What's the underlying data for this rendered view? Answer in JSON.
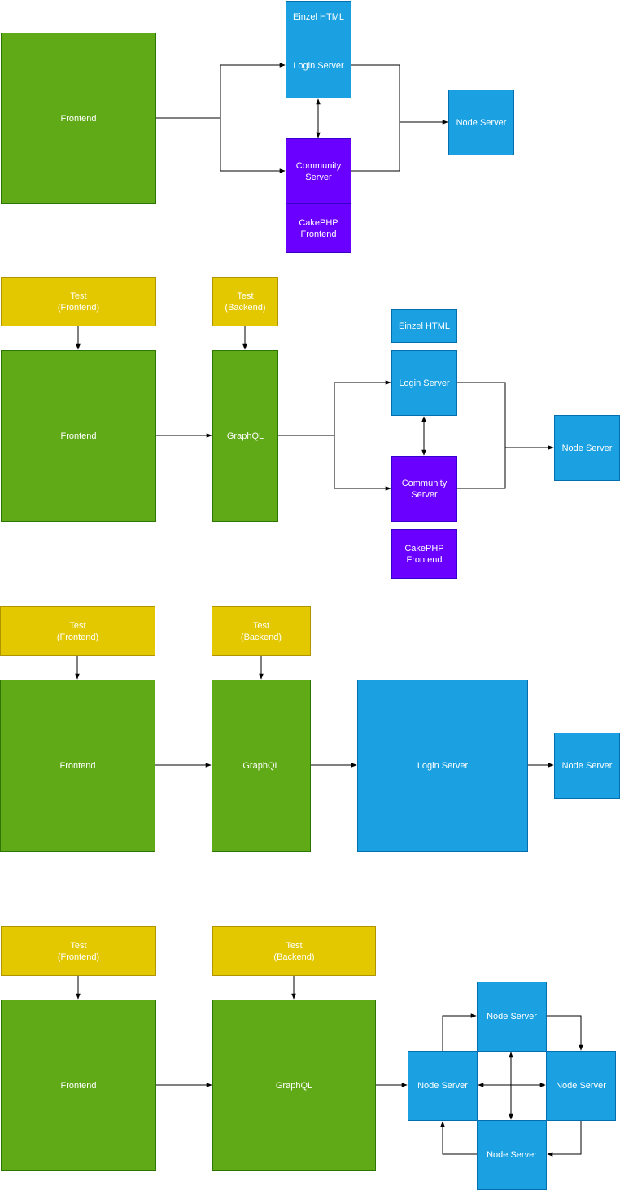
{
  "colors": {
    "green": "#60a917",
    "blue": "#1ba1e2",
    "purple": "#6a00ff",
    "yellow": "#e3c800",
    "arrow": "#000000"
  },
  "diagram1": {
    "frontend": "Frontend",
    "einzel_html": "Einzel HTML",
    "login_server": "Login Server",
    "community_server": "Community\nServer",
    "cakephp_frontend": "CakePHP\nFrontend",
    "node_server": "Node Server"
  },
  "diagram2": {
    "test_frontend": "Test\n(Frontend)",
    "test_backend": "Test\n(Backend)",
    "frontend": "Frontend",
    "graphql": "GraphQL",
    "einzel_html": "Einzel HTML",
    "login_server": "Login Server",
    "community_server": "Community\nServer",
    "cakephp_frontend": "CakePHP\nFrontend",
    "node_server": "Node Server"
  },
  "diagram3": {
    "test_frontend": "Test\n(Frontend)",
    "test_backend": "Test\n(Backend)",
    "frontend": "Frontend",
    "graphql": "GraphQL",
    "login_server": "Login Server",
    "node_server": "Node Server"
  },
  "diagram4": {
    "test_frontend": "Test\n(Frontend)",
    "test_backend": "Test\n(Backend)",
    "frontend": "Frontend",
    "graphql": "GraphQL",
    "node_top": "Node Server",
    "node_left": "Node Server",
    "node_right": "Node Server",
    "node_bottom": "Node Server"
  }
}
